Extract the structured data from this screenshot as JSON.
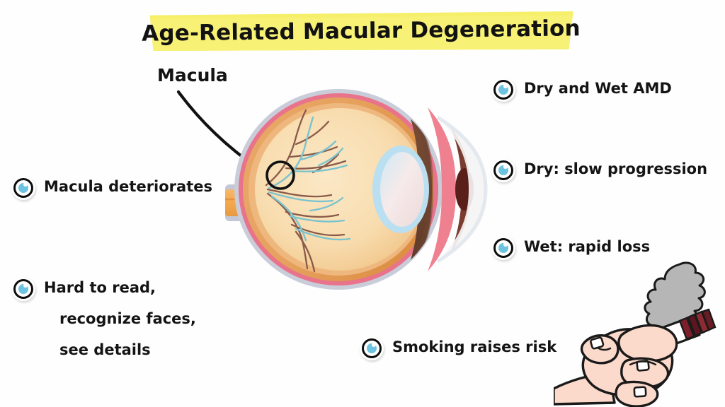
{
  "title": {
    "text": "Age-Related Macular Degeneration",
    "highlight_color": "#f5ef6a",
    "text_color": "#121212"
  },
  "callout": {
    "label": "Macula",
    "marker": "macula-circle-marker"
  },
  "bullets": {
    "accent_color": "#6ec4e0",
    "ring_color": "#0d0d0d",
    "left": [
      {
        "text": "Macula deteriorates",
        "icon": "eye-bullet-icon"
      },
      {
        "icon": "eye-bullet-icon",
        "line1": "Hard to read,",
        "line2": "recognize faces,",
        "line3": "see details"
      }
    ],
    "right": [
      {
        "text": "Dry and Wet AMD",
        "icon": "eye-bullet-icon"
      },
      {
        "text": "Dry: slow progression",
        "icon": "eye-bullet-icon"
      },
      {
        "text": "Wet: rapid loss",
        "icon": "eye-bullet-icon"
      },
      {
        "text": "Smoking raises risk",
        "icon": "eye-bullet-icon"
      }
    ]
  },
  "illustrations": {
    "eye": {
      "name": "eye-cross-section-illustration",
      "parts": [
        "sclera",
        "choroid",
        "retina",
        "vitreous-body",
        "retinal-vessels",
        "optic-nerve",
        "ciliary-body",
        "iris",
        "lens",
        "pupil",
        "cornea"
      ],
      "colors": {
        "sclera": "#c8ccd8",
        "choroid": "#e8738a",
        "retina": "#e0954f",
        "vitreous": "#f8dcae",
        "artery": "#8a5a4a",
        "vein": "#79c3cf",
        "optic_nerve": "#f4a košice",
        "ciliary_body": "#6d4531",
        "iris": "#ef8090",
        "lens": "#b9dff0",
        "pupil": "#5a1f18",
        "cornea": "#f2f2f2"
      }
    },
    "smoking": {
      "name": "hand-holding-cigarette-illustration",
      "parts": [
        "hand",
        "cigarette",
        "ember",
        "smoke"
      ],
      "colors": {
        "skin": "#fbd9cb",
        "outline": "#1a1a1a",
        "filter": "#e88a16",
        "ember": "#7d1f2a",
        "smoke": "#b0b0b0"
      }
    }
  }
}
